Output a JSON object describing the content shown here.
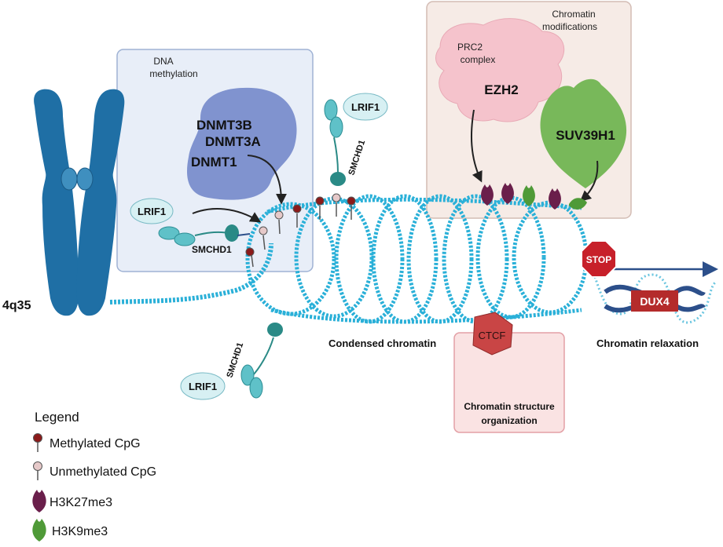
{
  "chromosome": {
    "label": "4q35"
  },
  "dna_methylation": {
    "title_line1": "DNA",
    "title_line2": "methylation",
    "enzymes": [
      "DNMT3B",
      "DNMT3A",
      "DNMT1"
    ],
    "lrif1": "LRIF1",
    "smchd1": "SMCHD1"
  },
  "top_complex": {
    "lrif1": "LRIF1",
    "smchd1": "SMCHD1"
  },
  "bottom_complex": {
    "lrif1": "LRIF1",
    "smchd1": "SMCHD1"
  },
  "chromatin_modifications": {
    "title_line1": "Chromatin",
    "title_line2": "modifications",
    "prc2_line1": "PRC2",
    "prc2_line2": "complex",
    "ezh2": "EZH2",
    "suv39h1": "SUV39H1"
  },
  "condensed": {
    "label": "Condensed chromatin"
  },
  "ctcf": {
    "label": "CTCF"
  },
  "structure": {
    "line1": "Chromatin structure",
    "line2": "organization"
  },
  "relaxation": {
    "stop": "STOP",
    "gene": "DUX4",
    "label": "Chromatin relaxation"
  },
  "legend": {
    "title": "Legend",
    "items": [
      {
        "name": "Methylated CpG",
        "icon": "methylated-cpg-icon"
      },
      {
        "name": "Unmethylated CpG",
        "icon": "unmethylated-cpg-icon"
      },
      {
        "name": "H3K27me3",
        "icon": "h3k27me3-icon"
      },
      {
        "name": "H3K9me3",
        "icon": "h3k9me3-icon"
      }
    ]
  },
  "colors": {
    "chromosome": "#1f6fa5",
    "chromatin": "#2ab0d8",
    "methylation_box": "#e8eef8",
    "dnmt": "#8093cf",
    "modifications_box": "#f6ebe6",
    "prc2": "#f5c3cc",
    "suv39h1": "#78b85a",
    "methylated": "#8b1a1a",
    "unmethylated": "#e6c9c9",
    "h3k27me3": "#6a1f4b",
    "h3k9me3": "#4f9a38",
    "smchd1": "#2a8a86",
    "lrif1": "#d7f0f3",
    "ctcf": "#d44545",
    "stop": "#c7202a",
    "dux4": "#b42b2b"
  }
}
